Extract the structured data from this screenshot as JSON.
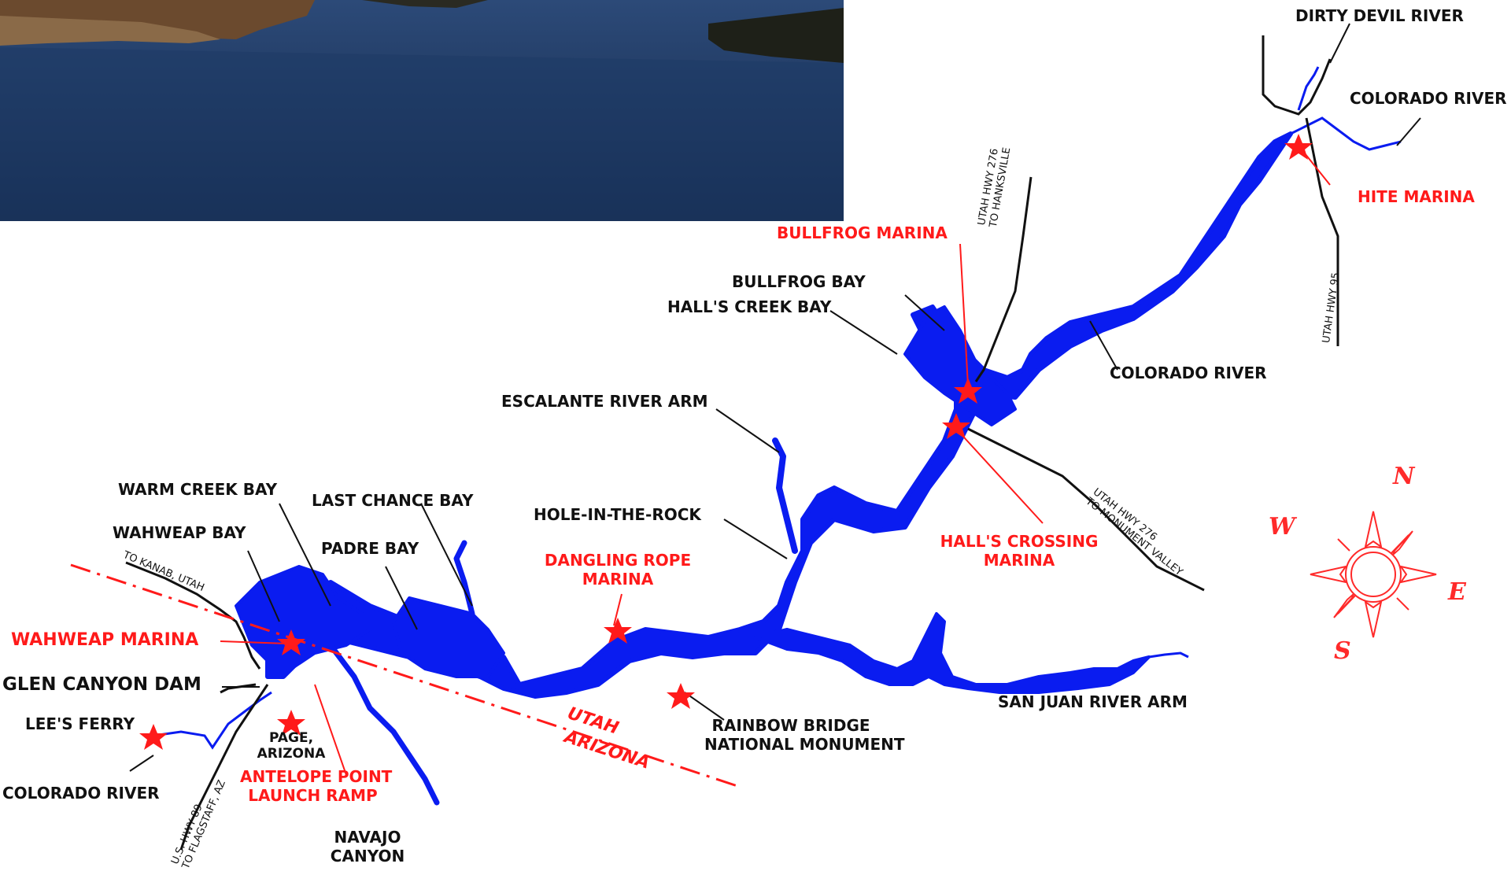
{
  "photo": {
    "description_icon": "lake-photo"
  },
  "colors": {
    "water": "#0a1cf0",
    "marina": "#ff1a1a",
    "label": "#111111",
    "marina_label": "#ff1a1a",
    "compass": "#ff2a2a"
  },
  "labels": {
    "dirty_devil_river": "DIRTY DEVIL RIVER",
    "colorado_river_ne": "COLORADO RIVER",
    "hite_marina": "HITE MARINA",
    "bullfrog_marina": "BULLFROG MARINA",
    "bullfrog_bay": "BULLFROG BAY",
    "halls_creek_bay": "HALL'S CREEK BAY",
    "colorado_river_mid": "COLORADO RIVER",
    "escalante_river_arm": "ESCALANTE RIVER ARM",
    "halls_crossing_marina_1": "HALL'S CROSSING",
    "halls_crossing_marina_2": "MARINA",
    "warm_creek_bay": "WARM CREEK BAY",
    "last_chance_bay": "LAST CHANCE BAY",
    "hole_in_the_rock": "HOLE-IN-THE-ROCK",
    "wahweap_bay": "WAHWEAP BAY",
    "padre_bay": "PADRE BAY",
    "dangling_rope_1": "DANGLING ROPE",
    "dangling_rope_2": "MARINA",
    "wahweap_marina": "WAHWEAP MARINA",
    "glen_canyon_dam": "GLEN CANYON DAM",
    "lees_ferry": "LEE'S FERRY",
    "page_1": "PAGE,",
    "page_2": "ARIZONA",
    "antelope_1": "ANTELOPE POINT",
    "antelope_2": "LAUNCH RAMP",
    "colorado_river_sw": "COLORADO RIVER",
    "navajo_canyon_1": "NAVAJO",
    "navajo_canyon_2": "CANYON",
    "rainbow_1": "RAINBOW BRIDGE",
    "rainbow_2": "NATIONAL MONUMENT",
    "san_juan_river_arm": "SAN JUAN RIVER ARM",
    "utah": "UTAH",
    "arizona": "ARIZONA"
  },
  "roads": {
    "hwy276_north_1": "UTAH HWY 276",
    "hwy276_north_2": "TO HANKSVILLE",
    "hwy95": "UTAH HWY 95",
    "hwy276_south_1": "UTAH HWY 276",
    "hwy276_south_2": "TO MONUMENT VALLEY",
    "to_kanab": "TO KANAB, UTAH",
    "hwy89_1": "U.S. HWY 89",
    "hwy89_2": "TO FLAGSTAFF, AZ"
  },
  "compass": {
    "n": "N",
    "s": "S",
    "e": "E",
    "w": "W"
  }
}
